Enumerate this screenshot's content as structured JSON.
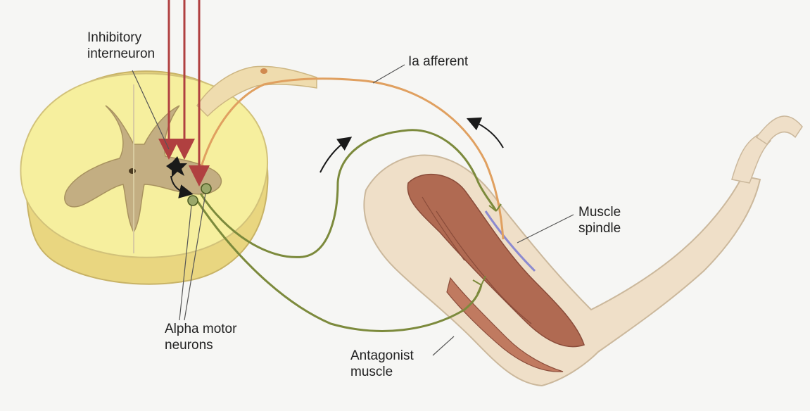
{
  "labels": {
    "inhibitory_interneuron": "Inhibitory\ninterneuron",
    "ia_afferent": "Ia afferent",
    "muscle_spindle": "Muscle\nspindle",
    "alpha_motor_neurons": "Alpha motor\nneurons",
    "antagonist_muscle": "Antagonist\nmuscle"
  },
  "colors": {
    "background": "#f6f6f4",
    "spinal_white_matter": "#f6ef9e",
    "spinal_gray_matter": "#c3ae82",
    "afferent_fiber": "#e0a060",
    "motor_fiber": "#7c8a3c",
    "muscle": "#b06a52",
    "bone_skin": "#efdfc8",
    "input_arrows": "#b04040"
  }
}
